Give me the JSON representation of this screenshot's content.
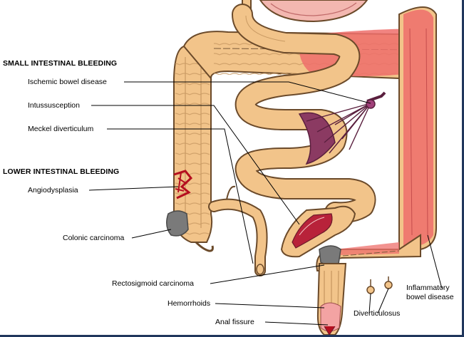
{
  "headers": {
    "small": "SMALL INTESTINAL BLEEDING",
    "lower": "LOWER INTESTINAL BLEEDING"
  },
  "labels": {
    "ischemic": "Ischemic bowel disease",
    "intussusception": "Intussusception",
    "meckel": "Meckel diverticulum",
    "angiodysplasia": "Angiodysplasia",
    "colonic_carcinoma": "Colonic carcinoma",
    "rectosigmoid_carcinoma": "Rectosigmoid carcinoma",
    "hemorrhoids": "Hemorrhoids",
    "anal_fissure": "Anal fissure",
    "diverticulosus": "Diverticulosus",
    "ibd_line1": "Inflammatory",
    "ibd_line2": "bowel disease"
  },
  "colors": {
    "bowel": "#f2c48a",
    "bowel_outline": "#6b4a2a",
    "inflamed": "#ee6f6b",
    "vessel": "#8b3a62",
    "carcinoma": "#7a7a7a",
    "intussusception": "#b8223a",
    "frame": "#20365c"
  }
}
